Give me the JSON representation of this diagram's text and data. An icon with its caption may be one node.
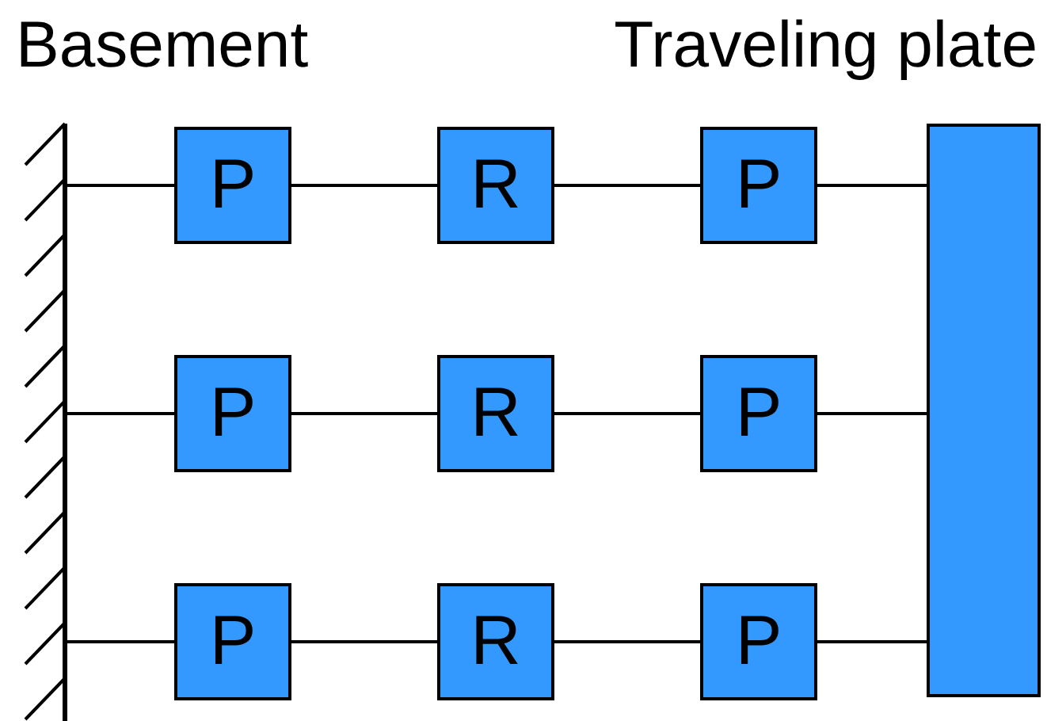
{
  "diagram": {
    "nodes": [
      {
        "text": [],
        "shape": "wall"
      },
      {
        "text": [],
        "shape": "bar"
      },
      {
        "text": [
          "P"
        ]
      },
      {
        "text": [
          "R"
        ]
      },
      {
        "text": [
          "P"
        ]
      },
      {
        "text": [
          "P"
        ]
      },
      {
        "text": [
          "R"
        ]
      },
      {
        "text": [
          "P"
        ]
      },
      {
        "text": [
          "P"
        ]
      },
      {
        "text": [
          "R"
        ]
      },
      {
        "text": [
          "P"
        ]
      }
    ],
    "edges": [
      {
        "from": 0,
        "to": 2,
        "arrow": "none"
      },
      {
        "from": 2,
        "to": 3,
        "arrow": "none"
      },
      {
        "from": 3,
        "to": 4,
        "arrow": "none"
      },
      {
        "from": 4,
        "to": 1,
        "arrow": "none"
      },
      {
        "from": 0,
        "to": 5,
        "arrow": "none"
      },
      {
        "from": 5,
        "to": 6,
        "arrow": "none"
      },
      {
        "from": 6,
        "to": 7,
        "arrow": "none"
      },
      {
        "from": 7,
        "to": 1,
        "arrow": "none"
      },
      {
        "from": 0,
        "to": 8,
        "arrow": "none"
      },
      {
        "from": 8,
        "to": 9,
        "arrow": "none"
      },
      {
        "from": 9,
        "to": 10,
        "arrow": "none"
      },
      {
        "from": 10,
        "to": 1,
        "arrow": "none"
      }
    ],
    "labels": [
      "Basement",
      "Traveling plate"
    ]
  }
}
